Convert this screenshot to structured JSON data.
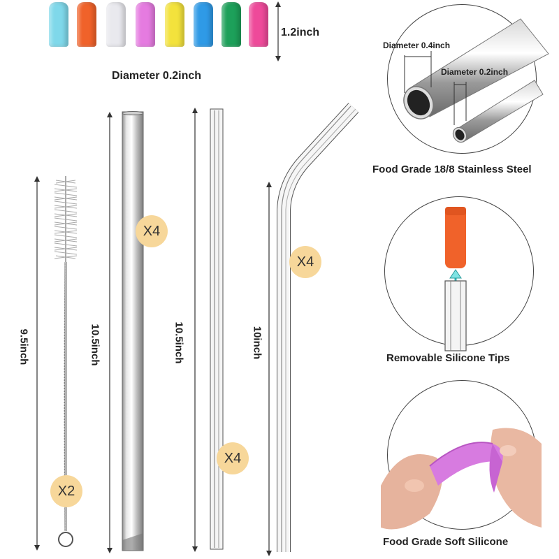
{
  "tips": {
    "colors": [
      "#7fd8ea",
      "#f0622a",
      "#e9e9ee",
      "#e57be0",
      "#f3e23c",
      "#2f9ae6",
      "#1da05a",
      "#ee4a9a"
    ],
    "height_label": "1.2inch",
    "diameter_label": "Diameter 0.2inch"
  },
  "brush": {
    "length_label": "9.5inch",
    "quantity": "X2"
  },
  "wide_straw": {
    "length_label": "10.5inch",
    "quantity": "X4"
  },
  "thin_straw": {
    "length_label": "10.5inch",
    "quantity": "X4"
  },
  "bent_straw": {
    "length_label": "10inch",
    "quantity": "X4"
  },
  "callouts": {
    "steel": {
      "caption": "Food Grade 18/8 Stainless Steel",
      "diameter_large": "Diameter 0.4inch",
      "diameter_small": "Diameter 0.2inch"
    },
    "tips": {
      "caption": "Removable Silicone Tips"
    },
    "silicone": {
      "caption": "Food Grade Soft Silicone"
    }
  }
}
